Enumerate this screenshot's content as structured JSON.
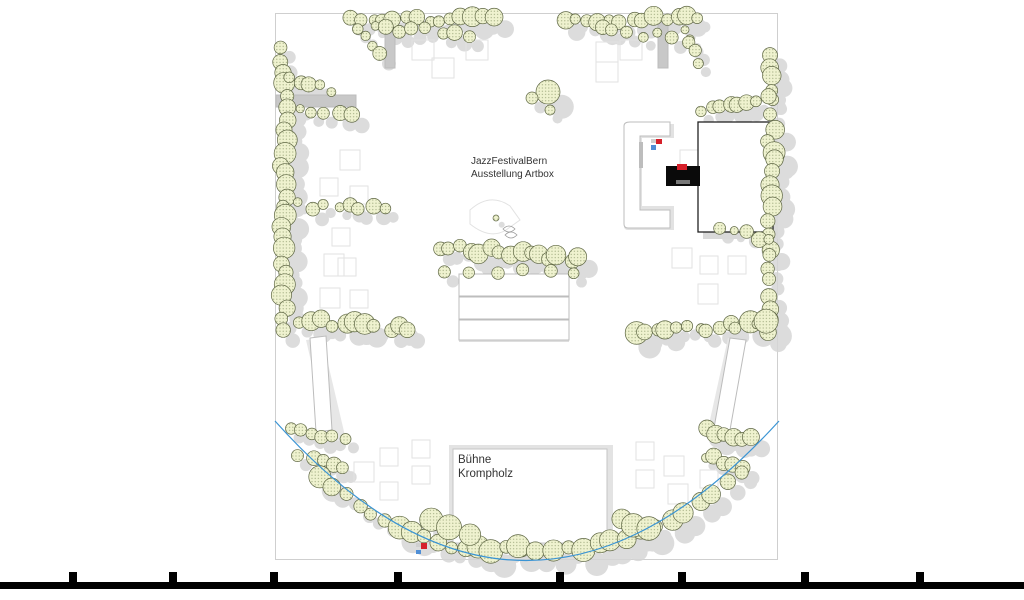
{
  "plan": {
    "venue_label_line1": "JazzFestivalBern",
    "venue_label_line2": "Ausstellung Artbox",
    "stage_label_line1": "Bühne",
    "stage_label_line2": "Krompholz"
  },
  "colors": {
    "tree_fill": "#eff2cf",
    "tree_dots": "#9aa67a",
    "tree_outline": "#5c6442",
    "shadow": "#d2d2d2",
    "wall": "#c9c9c9",
    "arc": "#3a94d4",
    "accent_red": "#d6202a",
    "accent_blue": "#4f8fd6",
    "booth_black": "#0a0a0a"
  }
}
